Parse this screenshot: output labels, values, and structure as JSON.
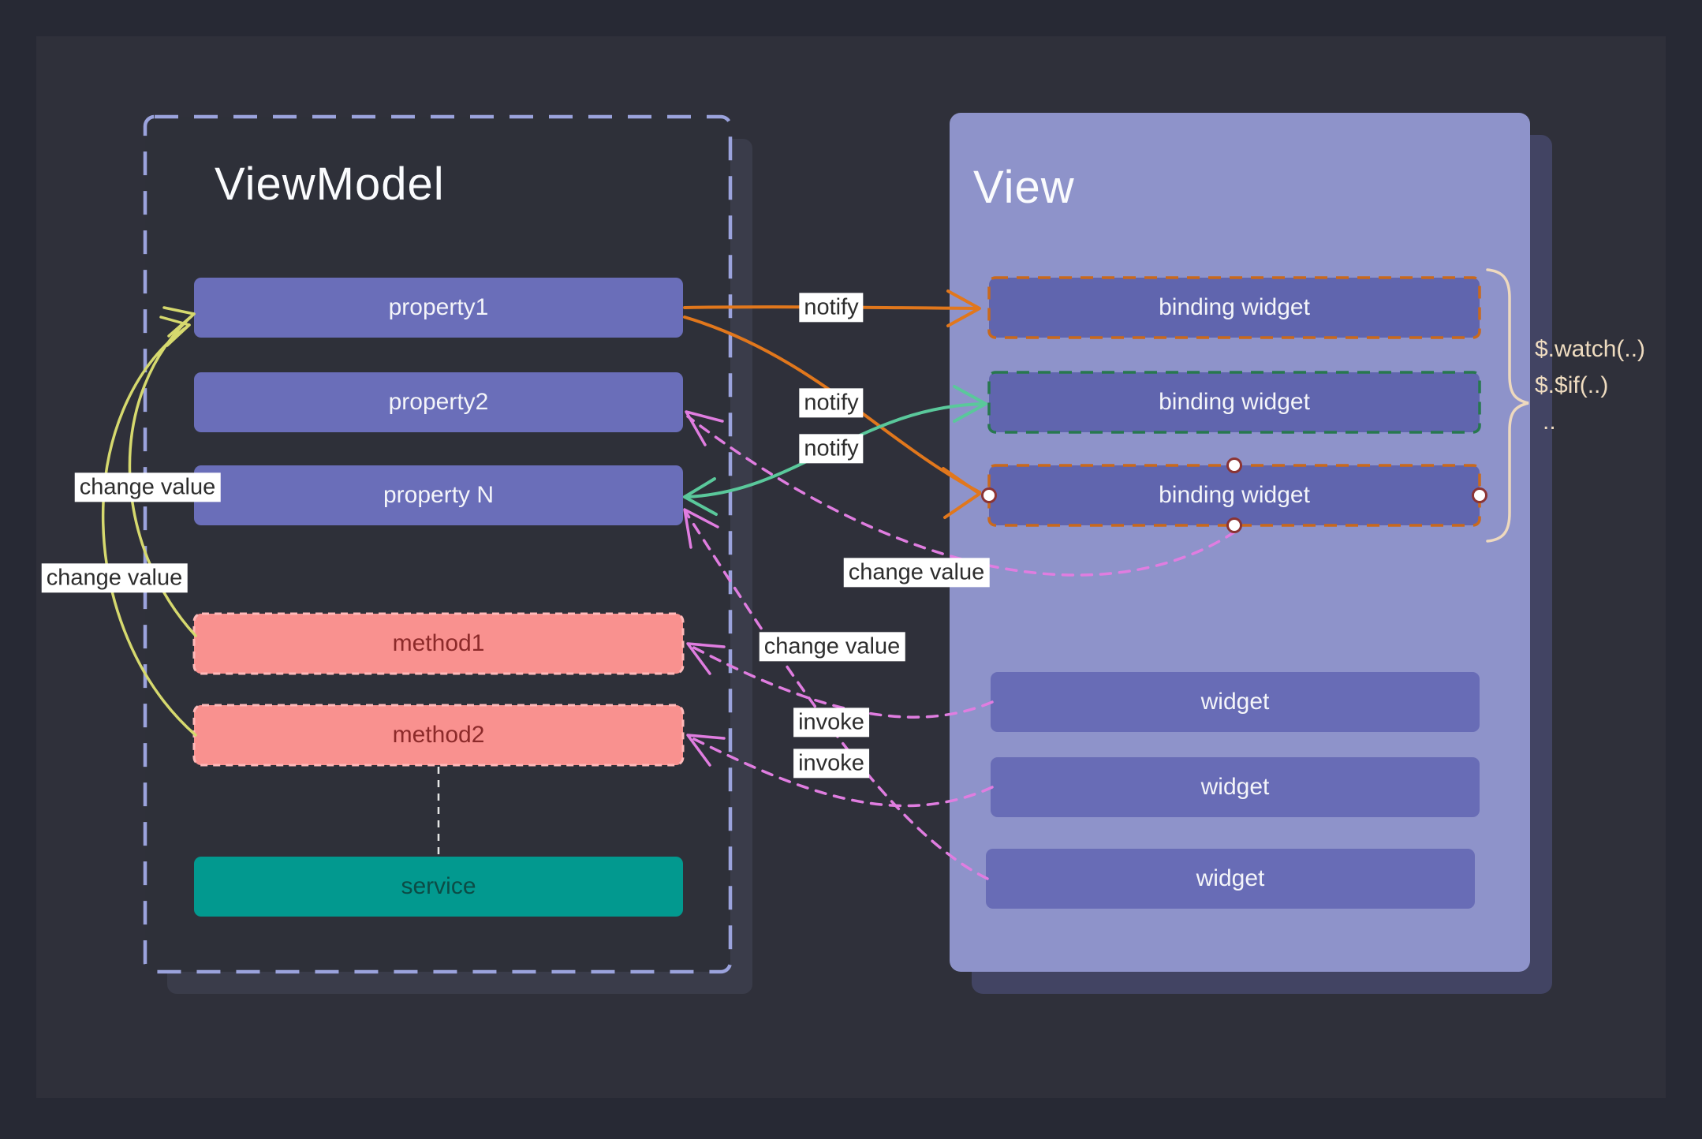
{
  "viewmodel": {
    "title": "ViewModel",
    "property1": "property1",
    "property2": "property2",
    "propertyN": "property N",
    "method1": "method1",
    "method2": "method2",
    "service": "service"
  },
  "view": {
    "title": "View",
    "binding_widget1": "binding widget",
    "binding_widget2": "binding widget",
    "binding_widget3": "binding widget",
    "widget1": "widget",
    "widget2": "widget",
    "widget3": "widget"
  },
  "labels": {
    "notify1": "notify",
    "notify2": "notify",
    "notify3": "notify",
    "change_value_left1": "change value",
    "change_value_left2": "change value",
    "change_value_mid1": "change value",
    "change_value_mid2": "change value",
    "invoke1": "invoke",
    "invoke2": "invoke"
  },
  "annotation": {
    "line1": "$.watch(..)",
    "line2": "$.$if(..)",
    "line3": ".."
  },
  "colors": {
    "notify_arrow": "#e1771c",
    "two_way_arrow": "#5ac89b",
    "change_value_arrow": "#e07de0",
    "method_to_property_arrow": "#d6d96e",
    "property_fill": "#6a6eb9",
    "method_fill": "#f9918f",
    "service_fill": "#02998f",
    "view_fill": "#8e93ca",
    "binding_border_orange": "#c9691c",
    "binding_border_green": "#27784e",
    "annotation_text": "#efdcc0"
  }
}
